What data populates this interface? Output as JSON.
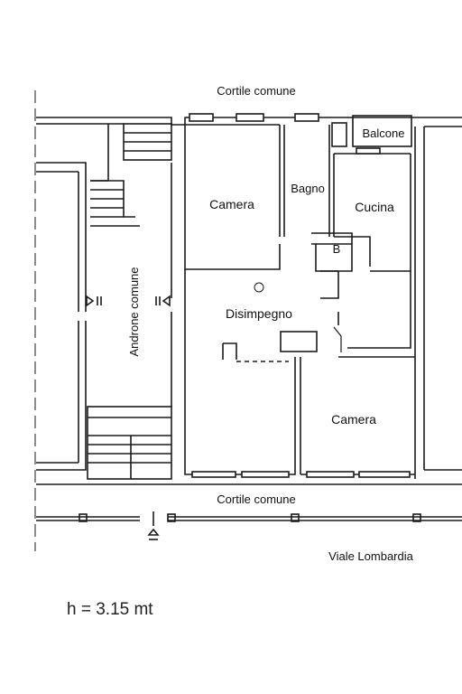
{
  "labels": {
    "cortile_top": "Cortile comune",
    "cortile_bottom": "Cortile comune",
    "balcone": "Balcone",
    "camera_top": "Camera",
    "bagno": "Bagno",
    "cucina": "Cucina",
    "b": "B",
    "disimpegno": "Disimpegno",
    "androne": "Androne comune",
    "camera_bottom": "Camera",
    "viale": "Viale Lombardia"
  },
  "caption": {
    "height": "h = 3.15 mt"
  },
  "colors": {
    "line": "#1a1a1a",
    "background": "#ffffff"
  }
}
